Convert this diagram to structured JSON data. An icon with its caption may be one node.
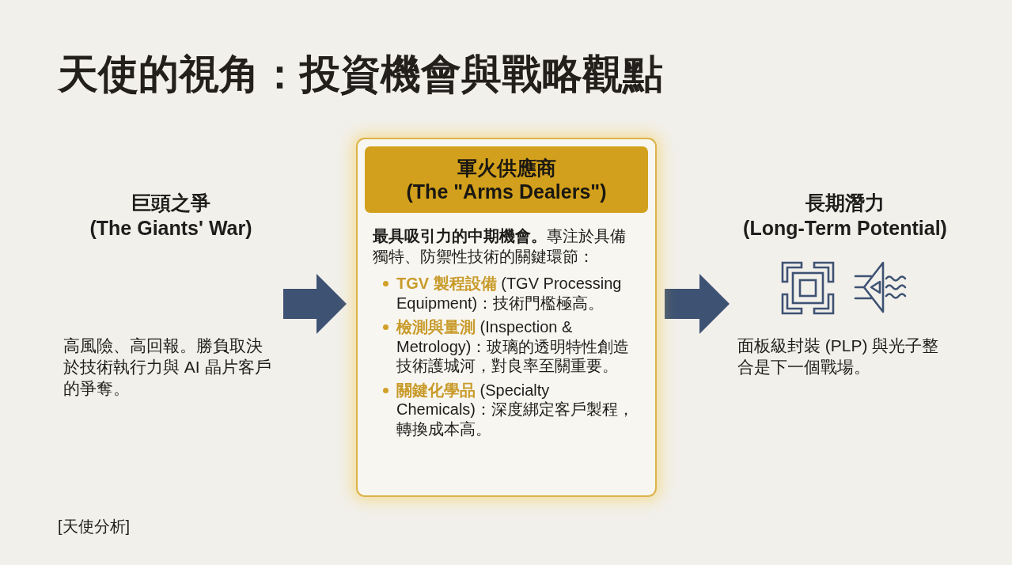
{
  "diagram": {
    "title": "天使的視角：投資機會與戰略觀點",
    "nodes": [
      {
        "text": [
          "巨頭之爭",
          "(The Giants' War)",
          "高風險、高回報。勝負取決於技術執行力與 AI 晶片客戶的爭奪。"
        ]
      },
      {
        "text": [
          "**最具吸引力的中期機會。**專注於具備獨特、防禦性技術的關鍵環節：",
          "**TGV 製程設備** (TGV Processing Equipment)：技術門檻極高。",
          "**檢測與量測** (Inspection & Metrology)：玻璃的透明特性創造技術護城河，對良率至關重要。",
          "**關鍵化學品** (Specialty Chemicals)：深度綁定客戶製程，轉換成本高。"
        ]
      },
      {
        "text": [
          "軍火供應商",
          "(The \"Arms Dealers\")"
        ],
        "in": 1
      },
      {
        "text": [
          "長期潛力",
          "(Long-Term Potential)",
          "面板級封裝 (PLP) 與光子整合是下一個戰場。"
        ]
      }
    ],
    "edges": [
      {
        "from": 0,
        "to": 1,
        "arrow": "to"
      },
      {
        "from": 1,
        "to": 3,
        "arrow": "to"
      }
    ],
    "labels": [
      "[天使分析]"
    ]
  }
}
